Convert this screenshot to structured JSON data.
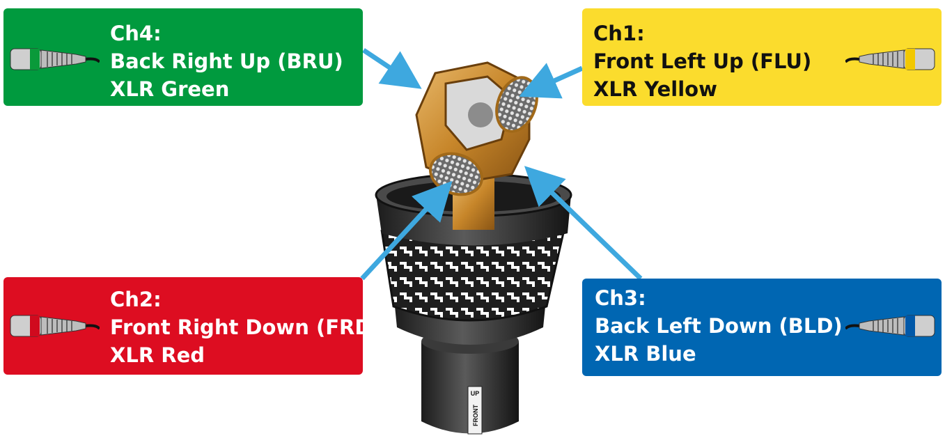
{
  "colors": {
    "green": "#009a3e",
    "yellow": "#fbdc2d",
    "red": "#dd0d21",
    "blue": "#0066b2",
    "arrow": "#3ea8df",
    "capsule": "#c88a2e",
    "body": "#2b2b2b"
  },
  "channels": {
    "ch4": {
      "channel": "Ch4:",
      "name": "Back Right Up (BRU)",
      "xlr": "XLR Green"
    },
    "ch1": {
      "channel": "Ch1:",
      "name": "Front Left Up (FLU)",
      "xlr": "XLR Yellow"
    },
    "ch2": {
      "channel": "Ch2:",
      "name": "Front Right Down (FRD)",
      "xlr": "XLR Red"
    },
    "ch3": {
      "channel": "Ch3:",
      "name": "Back Left Down (BLD)",
      "xlr": "XLR Blue"
    }
  },
  "mic": {
    "up_label": "UP",
    "front_label": "FRONT"
  },
  "icons": [
    "xlr-plug-icon",
    "microphone-icon",
    "arrow-icon"
  ]
}
